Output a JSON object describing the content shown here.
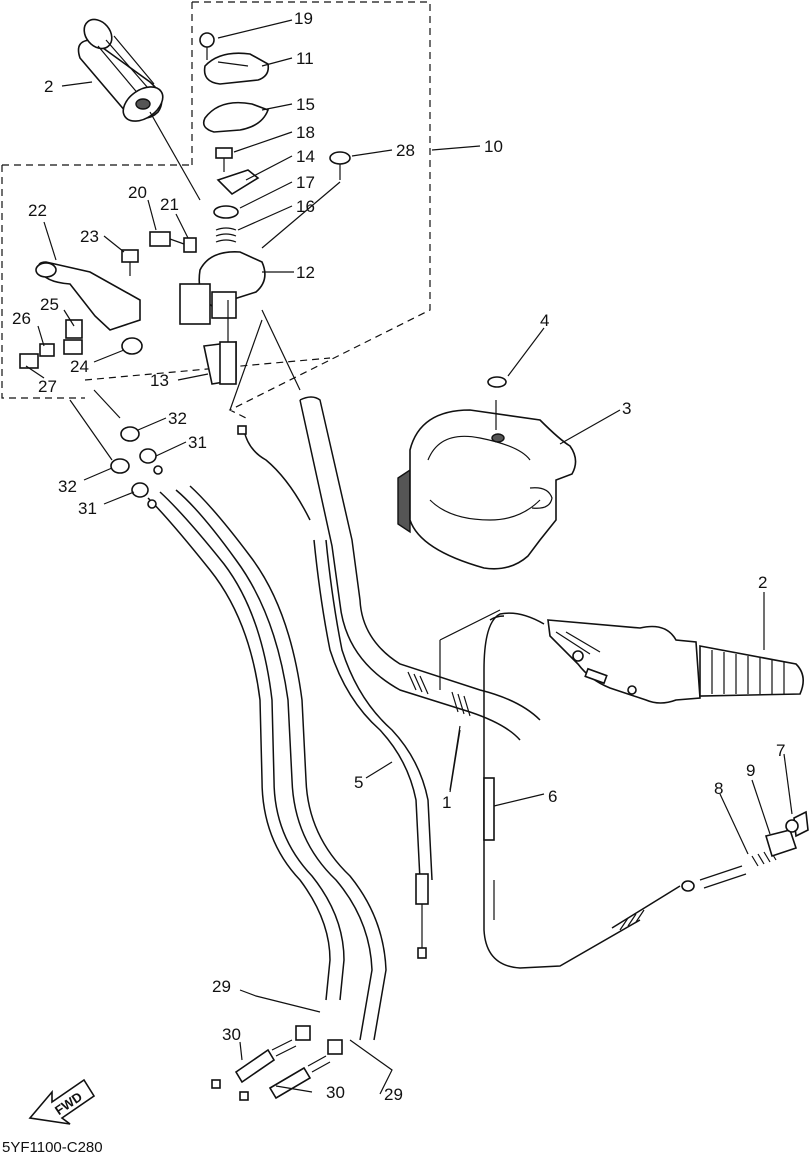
{
  "diagram": {
    "code": "5YF1100-C280",
    "fwd_label": "FWD",
    "labels": [
      {
        "id": "l2a",
        "text": "2"
      },
      {
        "id": "l19",
        "text": "19"
      },
      {
        "id": "l11",
        "text": "11"
      },
      {
        "id": "l15",
        "text": "15"
      },
      {
        "id": "l18",
        "text": "18"
      },
      {
        "id": "l14",
        "text": "14"
      },
      {
        "id": "l28",
        "text": "28"
      },
      {
        "id": "l10",
        "text": "10"
      },
      {
        "id": "l17",
        "text": "17"
      },
      {
        "id": "l16",
        "text": "16"
      },
      {
        "id": "l20",
        "text": "20"
      },
      {
        "id": "l21",
        "text": "21"
      },
      {
        "id": "l22",
        "text": "22"
      },
      {
        "id": "l23",
        "text": "23"
      },
      {
        "id": "l12",
        "text": "12"
      },
      {
        "id": "l25",
        "text": "25"
      },
      {
        "id": "l26",
        "text": "26"
      },
      {
        "id": "l24",
        "text": "24"
      },
      {
        "id": "l27",
        "text": "27"
      },
      {
        "id": "l13",
        "text": "13"
      },
      {
        "id": "l4",
        "text": "4"
      },
      {
        "id": "l3",
        "text": "3"
      },
      {
        "id": "l32a",
        "text": "32"
      },
      {
        "id": "l31a",
        "text": "31"
      },
      {
        "id": "l32b",
        "text": "32"
      },
      {
        "id": "l31b",
        "text": "31"
      },
      {
        "id": "l2b",
        "text": "2"
      },
      {
        "id": "l7",
        "text": "7"
      },
      {
        "id": "l9",
        "text": "9"
      },
      {
        "id": "l8",
        "text": "8"
      },
      {
        "id": "l6",
        "text": "6"
      },
      {
        "id": "l1",
        "text": "1"
      },
      {
        "id": "l5",
        "text": "5"
      },
      {
        "id": "l29a",
        "text": "29"
      },
      {
        "id": "l30a",
        "text": "30"
      },
      {
        "id": "l30b",
        "text": "30"
      },
      {
        "id": "l29b",
        "text": "29"
      }
    ]
  }
}
